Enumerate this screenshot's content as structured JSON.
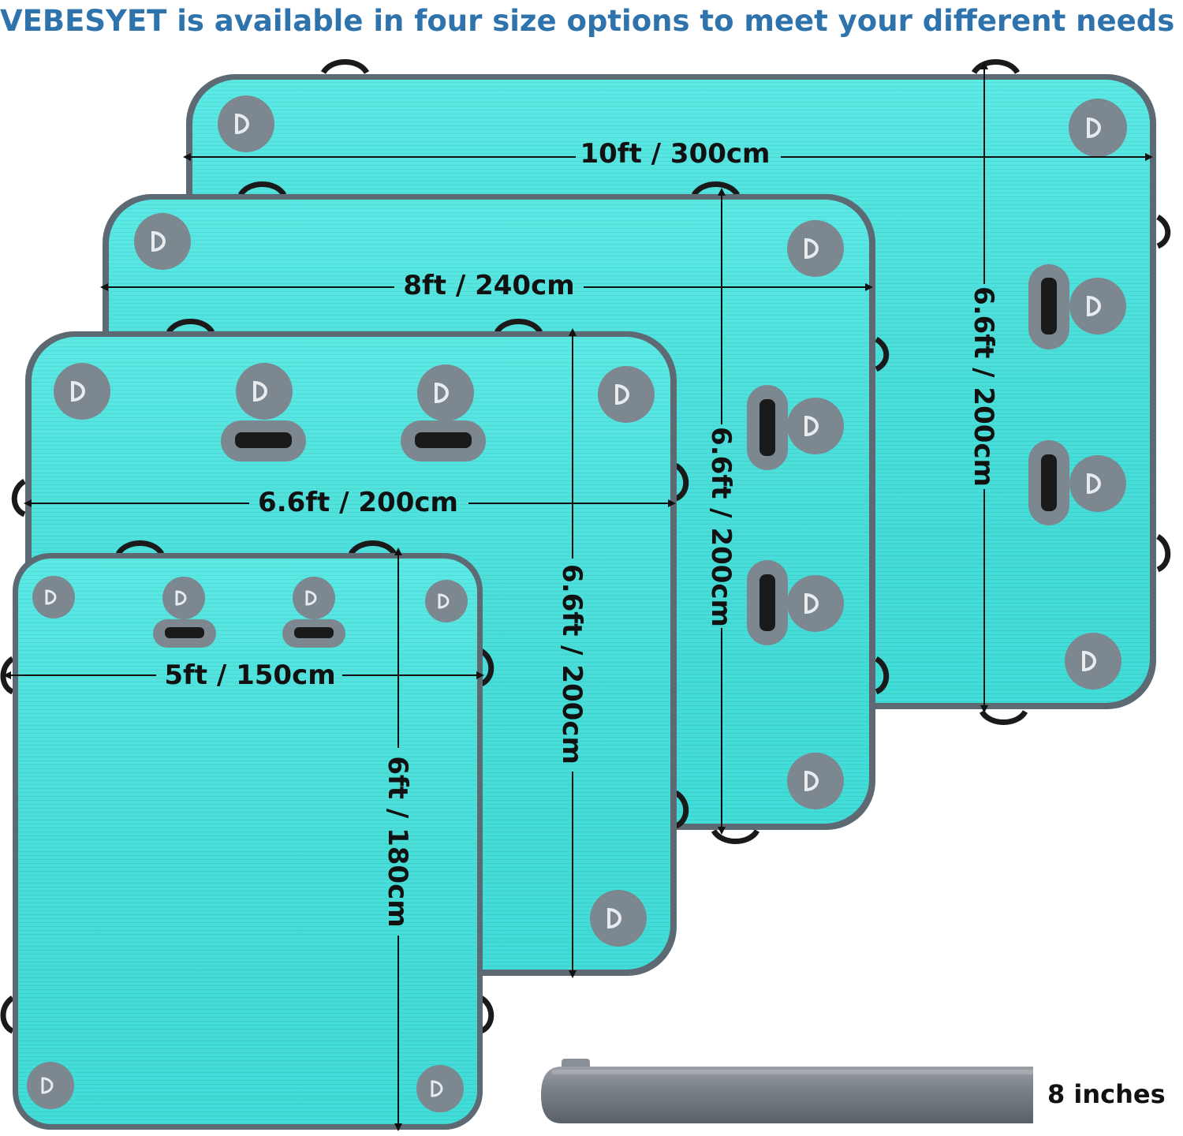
{
  "headline": "VEBESYET is available in four size options to meet your different needs",
  "colors": {
    "headline": "#2f73ad",
    "board_top": "#45e6e1",
    "board_edge": "#5d6a73",
    "hardware": "#7c8790",
    "handle": "#1a1a1a",
    "profile": "#7a7f86"
  },
  "sizes": [
    {
      "length": "10ft / 300cm",
      "width": "6.6ft / 200cm"
    },
    {
      "length": "8ft / 240cm",
      "width": "6.6ft / 200cm"
    },
    {
      "length": "6.6ft / 200cm",
      "width": "6.6ft / 200cm"
    },
    {
      "length": "5ft / 150cm",
      "width": "6ft / 180cm"
    }
  ],
  "thickness": {
    "label": "8 inches"
  },
  "icons": [
    "d-ring-icon",
    "handle-icon",
    "dimension-arrow-icon"
  ]
}
